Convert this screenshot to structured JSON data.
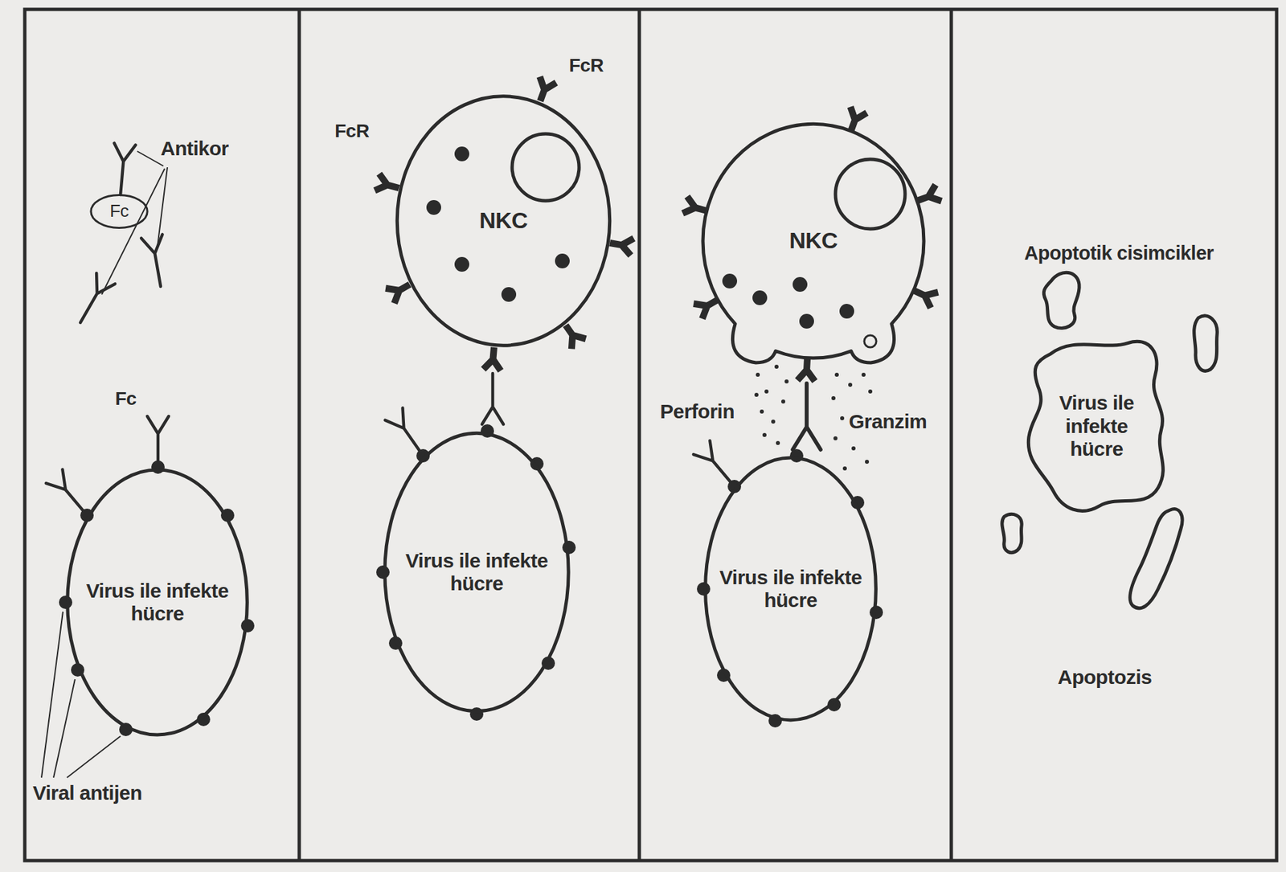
{
  "diagram": {
    "nodes": [
      {
        "text": [
          "Fc"
        ]
      },
      {
        "text": [
          "Virus ile infekte hücre"
        ]
      },
      {
        "text": [
          "NKC"
        ]
      },
      {
        "text": [
          "Virus ile infekte hücre"
        ]
      },
      {
        "text": [
          "NKC"
        ]
      },
      {
        "text": [
          "Virus ile infekte hücre"
        ]
      },
      {
        "text": [
          "Virus ile infekte hücre"
        ]
      }
    ],
    "labels": [
      "Antikor",
      "Fc",
      "Viral antijen",
      "FcR",
      "FcR",
      "Perforin",
      "Granzim",
      "Apoptotik cisimcikler",
      "Apoptozis"
    ]
  }
}
